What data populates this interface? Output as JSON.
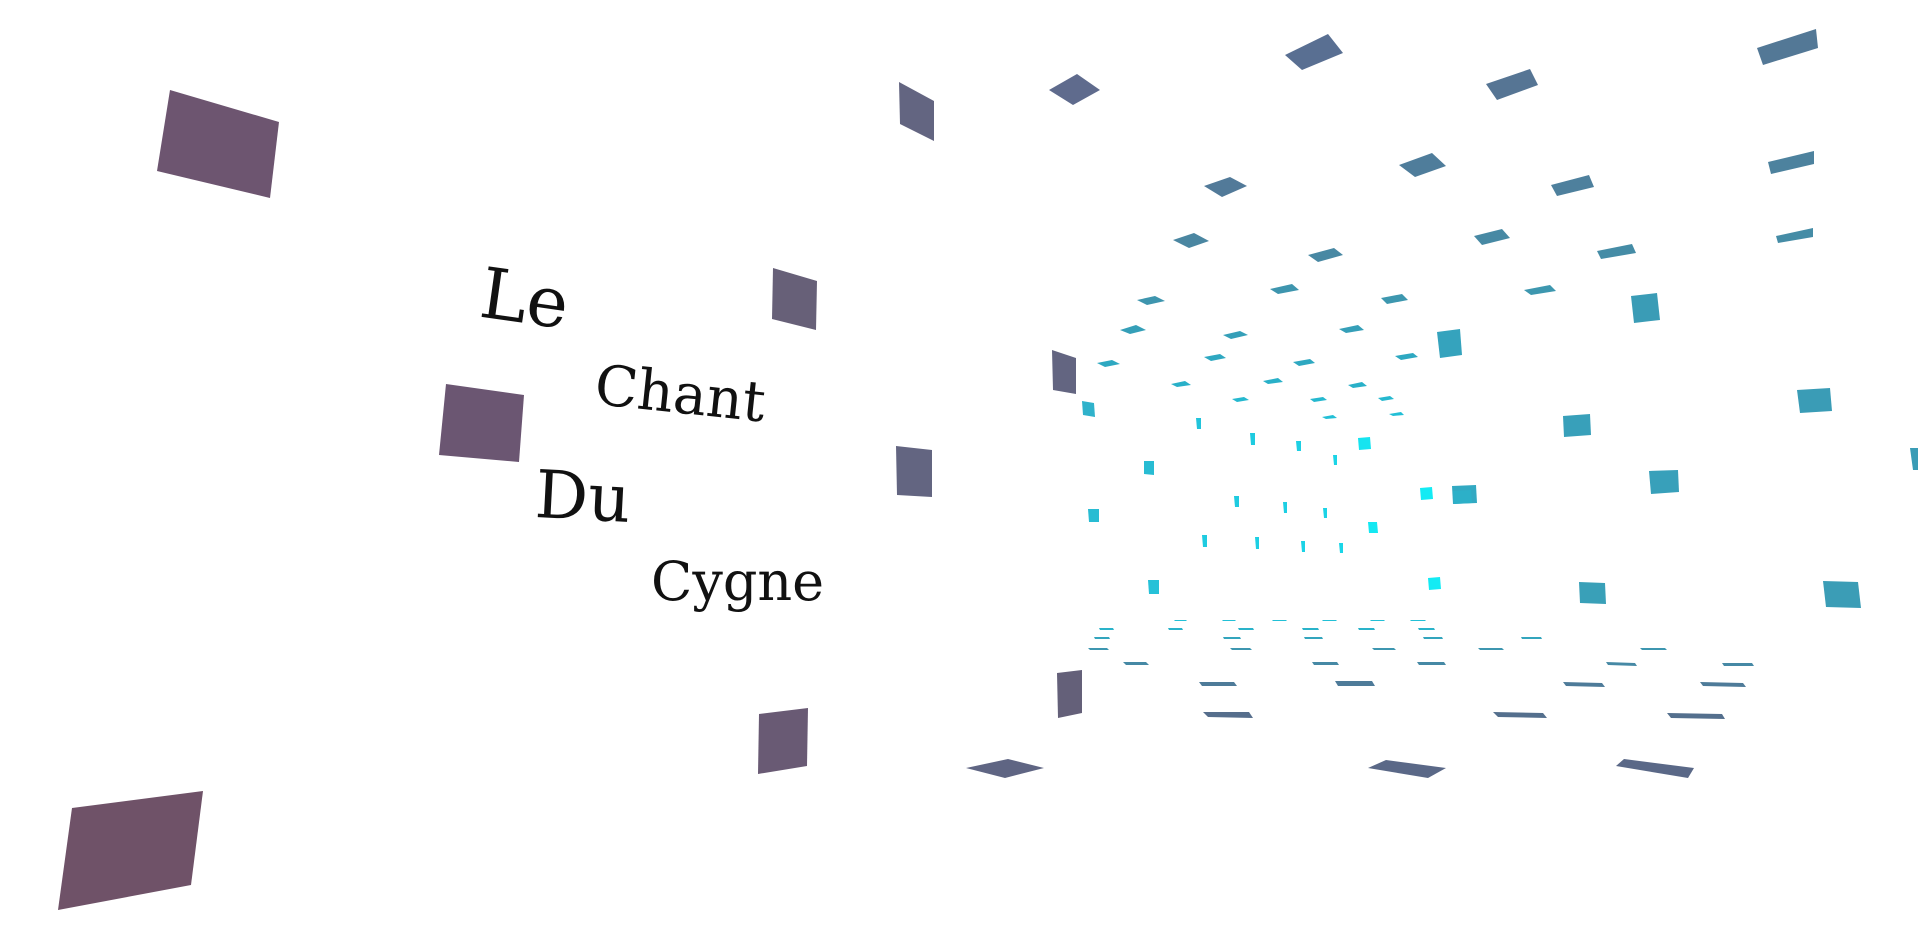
{
  "title": {
    "words": [
      "Le",
      "Chant",
      "Du",
      "Cygne"
    ]
  },
  "colors": {
    "near_tiles": "#6b5672",
    "mid_tiles": "#5a6f93",
    "far_tiles": "#4a8aa8",
    "vanishing_tiles": "#26c6da",
    "highlight_tiles": "#1de9f0",
    "background": "#ffffff"
  }
}
